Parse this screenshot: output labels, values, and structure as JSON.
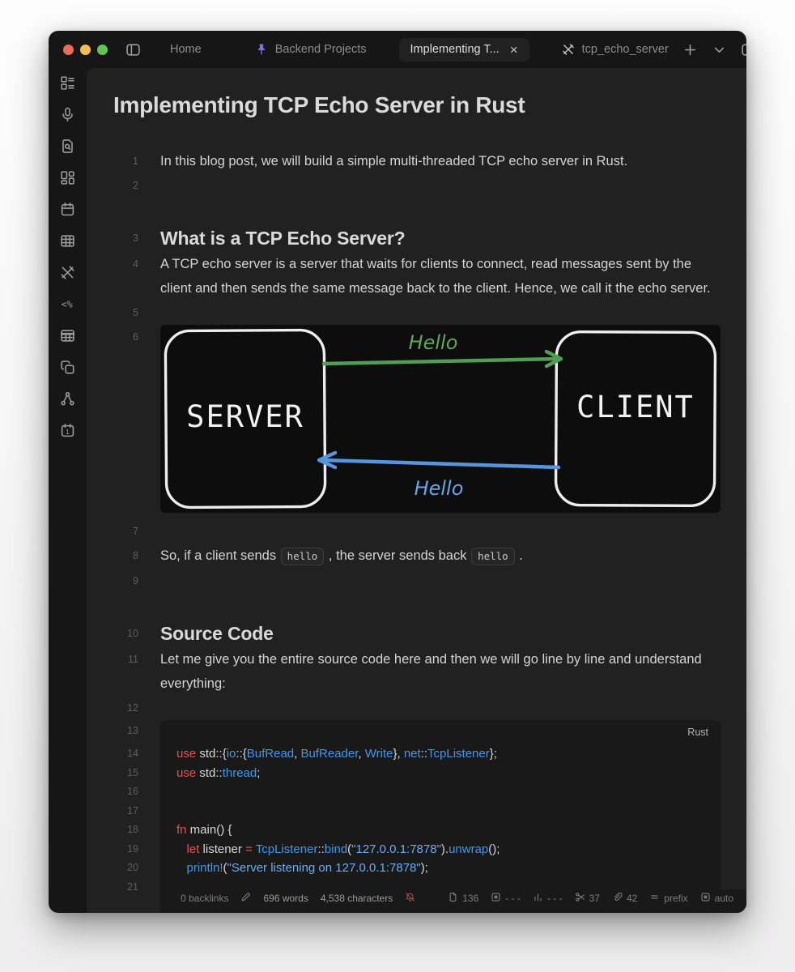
{
  "window": {
    "traffic_lights": [
      "#ed6a5e",
      "#f4bf4f",
      "#61c454"
    ]
  },
  "tabs": {
    "items": [
      {
        "label": "Home",
        "icon": null,
        "active": false,
        "closable": false
      },
      {
        "label": "Backend Projects",
        "icon": "pin",
        "icon_color": "#8273e0",
        "active": false,
        "closable": false
      },
      {
        "label": "Implementing T...",
        "icon": null,
        "active": true,
        "closable": true
      },
      {
        "label": "tcp_echo_server",
        "icon": "crossed-tools",
        "icon_color": "#c9c9c9",
        "active": false,
        "closable": false
      }
    ],
    "close_glyph": "×"
  },
  "ribbon_icons": [
    "layout-list",
    "mic",
    "file-search",
    "layout-dashboard",
    "calendar",
    "table",
    "crossed-tools",
    "templater",
    "table-2",
    "copy",
    "graph",
    "calendar-number"
  ],
  "document": {
    "title": "Implementing TCP Echo Server in Rust",
    "lines": [
      {
        "n": 1,
        "type": "p",
        "runs": [
          {
            "text": "In this blog post, we will build a simple multi-threaded TCP echo server in Rust."
          }
        ]
      },
      {
        "n": 2,
        "type": "blank"
      },
      {
        "n": 3,
        "type": "h2",
        "text": "What is a TCP Echo Server?"
      },
      {
        "n": 4,
        "type": "p",
        "runs": [
          {
            "text": "A TCP echo server is a server that waits for clients to connect, read messages sent by the client and then sends the same message back to the client. Hence, we call it the echo server."
          }
        ]
      },
      {
        "n": 5,
        "type": "blank"
      },
      {
        "n": 6,
        "type": "image"
      },
      {
        "n": 7,
        "type": "blank"
      },
      {
        "n": 8,
        "type": "p",
        "runs": [
          {
            "text": "So, if a client sends "
          },
          {
            "code": "hello"
          },
          {
            "text": " , the server sends back "
          },
          {
            "code": "hello"
          },
          {
            "text": " ."
          }
        ]
      },
      {
        "n": 9,
        "type": "blank"
      },
      {
        "n": 10,
        "type": "h2",
        "text": "Source Code"
      },
      {
        "n": 11,
        "type": "p",
        "runs": [
          {
            "text": "Let me give you the entire source code here and then we will go line by line and understand everything:"
          }
        ]
      },
      {
        "n": 12,
        "type": "blank"
      }
    ],
    "diagram": {
      "server_label": "SERVER",
      "client_label": "CLIENT",
      "top_arrow_label": "Hello",
      "bottom_arrow_label": "Hello",
      "box_color": "#ededed",
      "top_arrow_color": "#4f9e54",
      "top_label_color": "#5aa95e",
      "bottom_arrow_color": "#5596de",
      "bottom_label_color": "#66a6ea"
    },
    "code_block": {
      "language": "Rust",
      "gutter_start": 13,
      "lines": [
        [
          {
            "t": "use",
            "c": "k"
          },
          {
            "t": " std::{",
            "c": "p"
          },
          {
            "t": "io",
            "c": "b"
          },
          {
            "t": "::{",
            "c": "p"
          },
          {
            "t": "BufRead",
            "c": "b"
          },
          {
            "t": ", ",
            "c": "p"
          },
          {
            "t": "BufReader",
            "c": "b"
          },
          {
            "t": ", ",
            "c": "p"
          },
          {
            "t": "Write",
            "c": "b"
          },
          {
            "t": "}, ",
            "c": "p"
          },
          {
            "t": "net",
            "c": "b"
          },
          {
            "t": "::",
            "c": "p"
          },
          {
            "t": "TcpListener",
            "c": "b"
          },
          {
            "t": "};",
            "c": "p"
          }
        ],
        [
          {
            "t": "use",
            "c": "k"
          },
          {
            "t": " std::",
            "c": "p"
          },
          {
            "t": "thread",
            "c": "b"
          },
          {
            "t": ";",
            "c": "p"
          }
        ],
        [],
        [],
        [
          {
            "t": "fn",
            "c": "k"
          },
          {
            "t": " main() {",
            "c": "p"
          }
        ],
        [
          {
            "t": "   ",
            "c": "p"
          },
          {
            "t": "let",
            "c": "k"
          },
          {
            "t": " listener ",
            "c": "p"
          },
          {
            "t": "=",
            "c": "k"
          },
          {
            "t": " ",
            "c": "p"
          },
          {
            "t": "TcpListener",
            "c": "b"
          },
          {
            "t": "::",
            "c": "p"
          },
          {
            "t": "bind",
            "c": "b"
          },
          {
            "t": "(",
            "c": "p"
          },
          {
            "t": "\"127.0.0.1:7878\"",
            "c": "s"
          },
          {
            "t": ").",
            "c": "p"
          },
          {
            "t": "unwrap",
            "c": "b"
          },
          {
            "t": "();",
            "c": "p"
          }
        ],
        [
          {
            "t": "   ",
            "c": "p"
          },
          {
            "t": "println!",
            "c": "b"
          },
          {
            "t": "(",
            "c": "p"
          },
          {
            "t": "\"Server listening on 127.0.0.1:7878\"",
            "c": "s"
          },
          {
            "t": ");",
            "c": "p"
          }
        ],
        []
      ]
    }
  },
  "status_bar": {
    "left": [
      {
        "icon": null,
        "text": "0 backlinks",
        "interactable": true
      },
      {
        "icon": "pencil",
        "text": "",
        "interactable": true
      },
      {
        "icon": null,
        "text": "696 words",
        "interactable": false
      },
      {
        "icon": null,
        "text": "4,538 characters",
        "interactable": false
      },
      {
        "icon": "bell-off",
        "text": "",
        "color": "#a84a44",
        "interactable": true
      }
    ],
    "right": [
      {
        "icon": "file",
        "text": "136",
        "interactable": true
      },
      {
        "icon": "frame",
        "text": "- - -",
        "interactable": true
      },
      {
        "icon": "chart",
        "text": "- - -",
        "interactable": true
      },
      {
        "icon": "scissors",
        "text": "37",
        "interactable": true
      },
      {
        "icon": "clip",
        "text": "42",
        "interactable": true
      },
      {
        "icon": "equals",
        "text": "prefix",
        "interactable": true
      },
      {
        "icon": "frame",
        "text": "auto",
        "interactable": true
      }
    ]
  }
}
